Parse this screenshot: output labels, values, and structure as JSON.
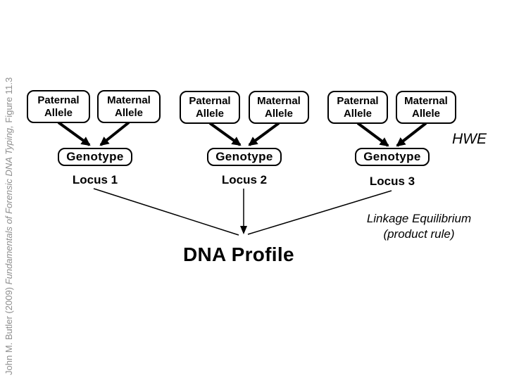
{
  "slide": {
    "citation": {
      "author_part": "John M. Butler (2009) ",
      "book_title": "Fundamentals of Forensic DNA Typing,",
      "figure_part": " Figure 11.3"
    },
    "loci": [
      {
        "paternal": "Paternal\nAllele",
        "maternal": "Maternal\nAllele",
        "genotype": "Genotype",
        "locus": "Locus 1"
      },
      {
        "paternal": "Paternal\nAllele",
        "maternal": "Maternal\nAllele",
        "genotype": "Genotype",
        "locus": "Locus 2"
      },
      {
        "paternal": "Paternal\nAllele",
        "maternal": "Maternal\nAllele",
        "genotype": "Genotype",
        "locus": "Locus 3"
      }
    ],
    "annotations": {
      "hwe": "HWE",
      "linkage_line1": "Linkage Equilibrium",
      "linkage_line2": "(product rule)",
      "dna_profile": "DNA Profile"
    },
    "colors": {
      "background": "#ffffff",
      "box_border": "#000000",
      "text": "#000000",
      "citation_gray": "#8e8e8e"
    }
  }
}
